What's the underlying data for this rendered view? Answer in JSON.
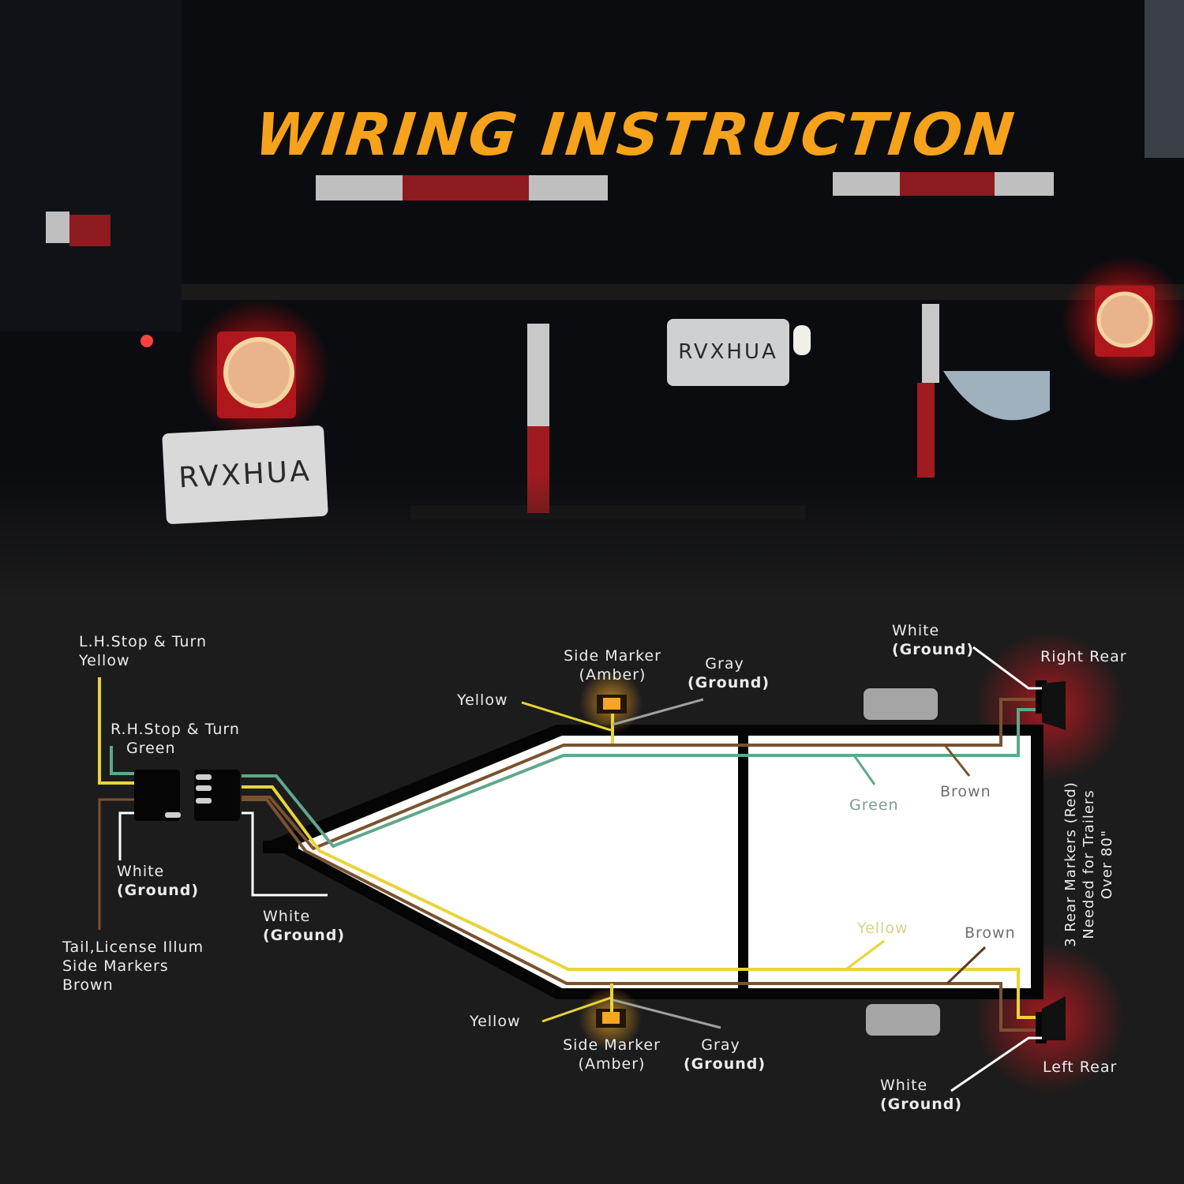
{
  "title": "WIRING INSTRUCTION",
  "photo": {
    "plate_left": "RVXHUA",
    "plate_center": "RVXHUA"
  },
  "colors": {
    "title": "#f7a21b",
    "background": "#1c1c1c",
    "wire_yellow": "#e8d43a",
    "wire_green": "#5fa88a",
    "wire_brown": "#7a5230",
    "wire_white": "#ffffff",
    "wire_gray": "#a0a0a0",
    "marker_amber": "#f5a623",
    "rear_red": "#c0191f"
  },
  "connector": {
    "lh_stop_turn": {
      "line1": "L.H.Stop & Turn",
      "line2": "Yellow"
    },
    "rh_stop_turn": {
      "line1": "R.H.Stop & Turn",
      "line2": "Green"
    },
    "ground_left": {
      "line1": "White",
      "line2": "(Ground)"
    },
    "ground_right": {
      "line1": "White",
      "line2": "(Ground)"
    },
    "tail": {
      "line1": "Tail,License Illum",
      "line2": "Side Markers",
      "line3": "Brown"
    }
  },
  "side_marker_top": {
    "wire": "Yellow",
    "name1": "Side Marker",
    "name2": "(Amber)",
    "ground1": "Gray",
    "ground2": "(Ground)"
  },
  "side_marker_bottom": {
    "wire": "Yellow",
    "name1": "Side Marker",
    "name2": "(Amber)",
    "ground1": "Gray",
    "ground2": "(Ground)"
  },
  "right_rear": {
    "label": "Right Rear",
    "ground1": "White",
    "ground2": "(Ground)",
    "wire_green": "Green",
    "wire_brown": "Brown"
  },
  "left_rear": {
    "label": "Left Rear",
    "ground1": "White",
    "ground2": "(Ground)",
    "wire_yellow": "Yellow",
    "wire_brown": "Brown"
  },
  "rear_note": {
    "line1": "3 Rear Markers (Red)",
    "line2": "Needed for Trailers",
    "line3": "Over 80\""
  }
}
